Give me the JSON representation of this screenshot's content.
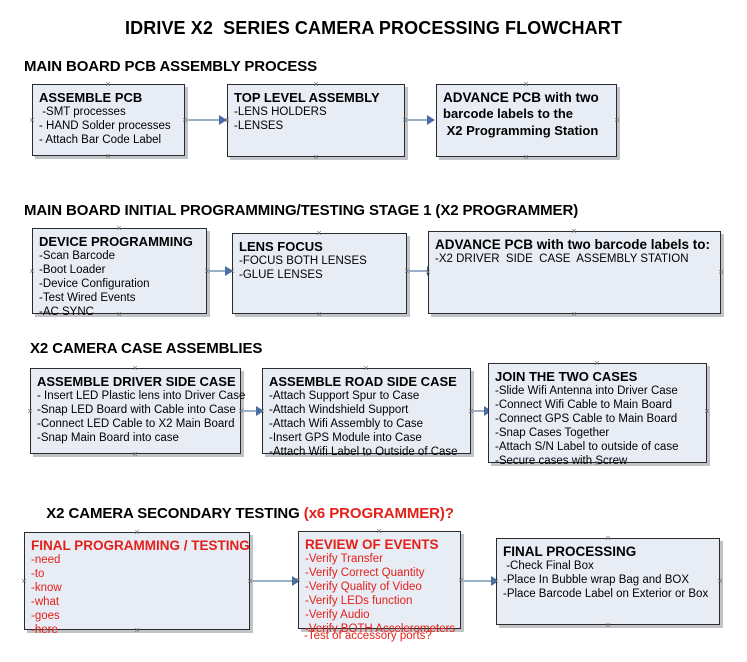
{
  "document": {
    "title": "IDRIVE X2  SERIES CAMERA PROCESSING FLOWCHART",
    "background_color": "#ffffff",
    "node_fill_color": "#e7ecf5",
    "node_border_color": "#2b2b2b",
    "connector_color": "#9aaec4",
    "arrowhead_color": "#4a6fa5",
    "accent_red": "#e32119"
  },
  "sections": [
    {
      "id": "main-board-pcb-assembly",
      "heading": "MAIN BOARD PCB ASSEMBLY PROCESS",
      "heading_accent": "",
      "nodes": [
        {
          "id": "assemble-pcb",
          "title": "ASSEMBLE PCB",
          "lines": [
            " -SMT processes",
            "- HAND Solder processes",
            "- Attach Bar Code Label"
          ]
        },
        {
          "id": "top-level-assembly",
          "title": "TOP LEVEL ASSEMBLY",
          "lines": [
            "-LENS HOLDERS",
            "-LENSES"
          ]
        },
        {
          "id": "advance-pcb-programming-station",
          "title": "ADVANCE PCB with two",
          "lines": [
            "barcode labels to the",
            " X2 Programming Station"
          ]
        }
      ]
    },
    {
      "id": "main-board-initial-programming",
      "heading": "MAIN BOARD INITIAL PROGRAMMING/TESTING STAGE 1 (X2 PROGRAMMER)",
      "heading_accent": "",
      "nodes": [
        {
          "id": "device-programming",
          "title": "DEVICE PROGRAMMING",
          "lines": [
            "-Scan Barcode",
            "-Boot Loader",
            "-Device Configuration",
            "-Test Wired Events",
            "-AC SYNC"
          ]
        },
        {
          "id": "lens-focus",
          "title": "LENS FOCUS",
          "lines": [
            "-FOCUS BOTH LENSES",
            "-GLUE LENSES"
          ]
        },
        {
          "id": "advance-pcb-driver-side-case",
          "title": "ADVANCE PCB with two barcode labels to:",
          "lines": [
            "-X2 DRIVER  SIDE  CASE  ASSEMBLY STATION"
          ]
        }
      ]
    },
    {
      "id": "x2-camera-case-assemblies",
      "heading": "X2 CAMERA CASE ASSEMBLIES",
      "heading_accent": "",
      "nodes": [
        {
          "id": "assemble-driver-side-case",
          "title": "ASSEMBLE DRIVER SIDE CASE",
          "lines": [
            "- Insert LED Plastic lens into Driver Case",
            "-Snap LED Board with Cable into Case",
            "-Connect LED Cable to X2 Main Board",
            "-Snap Main Board into case"
          ]
        },
        {
          "id": "assemble-road-side-case",
          "title": "ASSEMBLE ROAD SIDE CASE",
          "lines": [
            "-Attach Support Spur to Case",
            "-Attach Windshield Support",
            "-Attach Wifi Assembly to Case",
            "-Insert GPS Module into Case",
            "-Attach Wifi Label to Outside of Case"
          ]
        },
        {
          "id": "join-the-two-cases",
          "title": "JOIN THE TWO CASES",
          "lines": [
            "-Slide Wifi Antenna into Driver Case",
            "-Connect Wifi Cable to Main Board",
            "-Connect GPS Cable to Main Board",
            "-Snap Cases Together",
            "-Attach S/N Label to outside of case",
            "-Secure cases with Screw"
          ]
        }
      ]
    },
    {
      "id": "x2-camera-secondary-testing",
      "heading": "X2 CAMERA SECONDARY TESTING ",
      "heading_accent": "(x6 PROGRAMMER)?",
      "nodes": [
        {
          "id": "final-programming-testing",
          "title": "FINAL PROGRAMMING / TESTING",
          "lines": [
            "-need",
            "-to",
            "-know",
            "-what",
            "-goes",
            "-here"
          ]
        },
        {
          "id": "review-of-events",
          "title": "REVIEW OF EVENTS",
          "lines": [
            "-Verify Transfer",
            "-Verify Correct Quantity",
            "-Verify Quality of Video",
            "-Verify LEDs function",
            "-Verify Audio",
            "-Verify BOTH Accelerometers"
          ],
          "overflow_line": "-Test of accessory ports?"
        },
        {
          "id": "final-processing",
          "title": "FINAL PROCESSING",
          "lines": [
            " -Check Final Box",
            "-Place In Bubble wrap Bag and BOX",
            "-Place Barcode Label on Exterior or Box"
          ]
        }
      ]
    }
  ]
}
